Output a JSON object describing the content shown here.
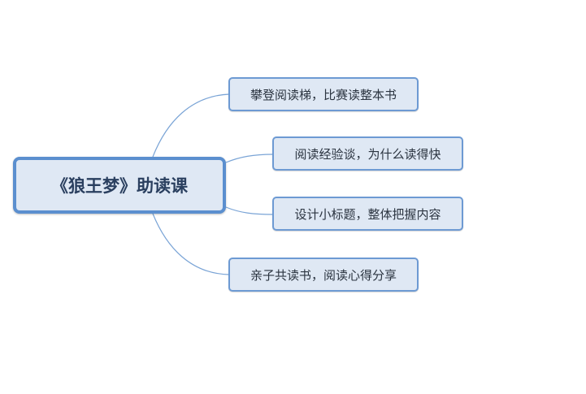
{
  "mindmap": {
    "root": {
      "label": "《狼王梦》助读课"
    },
    "branches": [
      {
        "label": "攀登阅读梯，比赛读整本书"
      },
      {
        "label": "阅读经验谈，为什么读得快"
      },
      {
        "label": "设计小标题，整体把握内容"
      },
      {
        "label": "亲子共读书，阅读心得分享"
      }
    ]
  },
  "colors": {
    "node_fill": "#dfe8f4",
    "node_border": "#5b8fcf",
    "connector": "#7aa4d6"
  }
}
